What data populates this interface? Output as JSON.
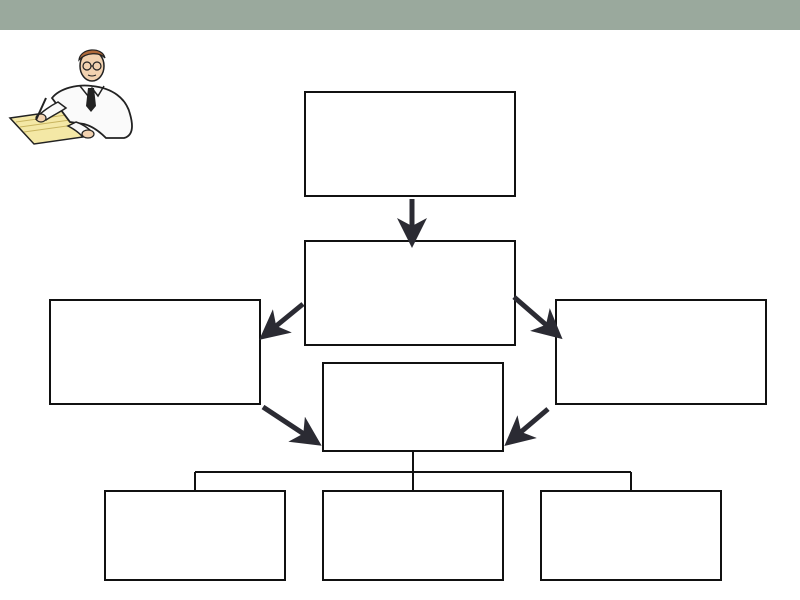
{
  "colors": {
    "top_bar": "#9aa99d",
    "box_border": "#111111",
    "arrow": "#2b2b33",
    "connector": "#111111",
    "background": "#ffffff"
  },
  "icons": {
    "clipart": "scientist-writing-icon",
    "arrows": "arrow-icon"
  },
  "diagram": {
    "boxes": [
      {
        "id": "top",
        "label": ""
      },
      {
        "id": "middle",
        "label": ""
      },
      {
        "id": "left",
        "label": ""
      },
      {
        "id": "right",
        "label": ""
      },
      {
        "id": "center",
        "label": ""
      },
      {
        "id": "bottom-left",
        "label": ""
      },
      {
        "id": "bottom-center",
        "label": ""
      },
      {
        "id": "bottom-right",
        "label": ""
      }
    ]
  }
}
